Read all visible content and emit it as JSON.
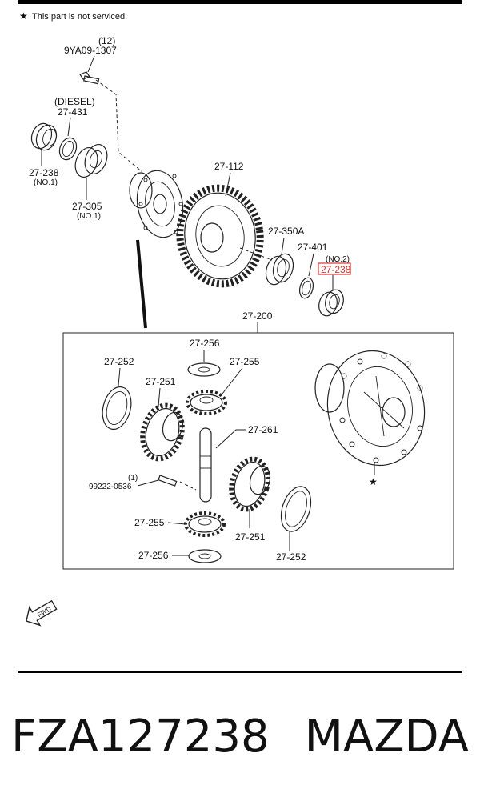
{
  "note": {
    "star": "★",
    "text": "This part is not serviced."
  },
  "callouts": {
    "bolt_qty": "(12)",
    "bolt_pn": "9YA09-1307",
    "diesel": "(DIESEL)",
    "seal_431": "27-431",
    "bearing_238_no1": "27-238",
    "no1_a": "(NO.1)",
    "bearing_305": "27-305",
    "no1_b": "(NO.1)",
    "ring_gear": "27-112",
    "shim_350a": "27-350A",
    "washer_401": "27-401",
    "no2": "(NO.2)",
    "bearing_238_no2": "27-238",
    "case_assy": "27-200",
    "washer_256_top": "27-256",
    "washer_252_left": "27-252",
    "pinion_255_top": "27-255",
    "side_gear_251_left": "27-251",
    "shaft_261": "27-261",
    "pin_qty": "(1)",
    "pin_pn": "99222-0536",
    "pinion_255_bottom": "27-255",
    "side_gear_251_right": "27-251",
    "washer_256_bottom": "27-256",
    "washer_252_right": "27-252",
    "case_star": "★"
  },
  "fwd": "FWD",
  "footer": {
    "part_number": "FZA127238",
    "brand": "MAZDA"
  },
  "colors": {
    "highlight": "#e0322c",
    "ink": "#111111"
  }
}
